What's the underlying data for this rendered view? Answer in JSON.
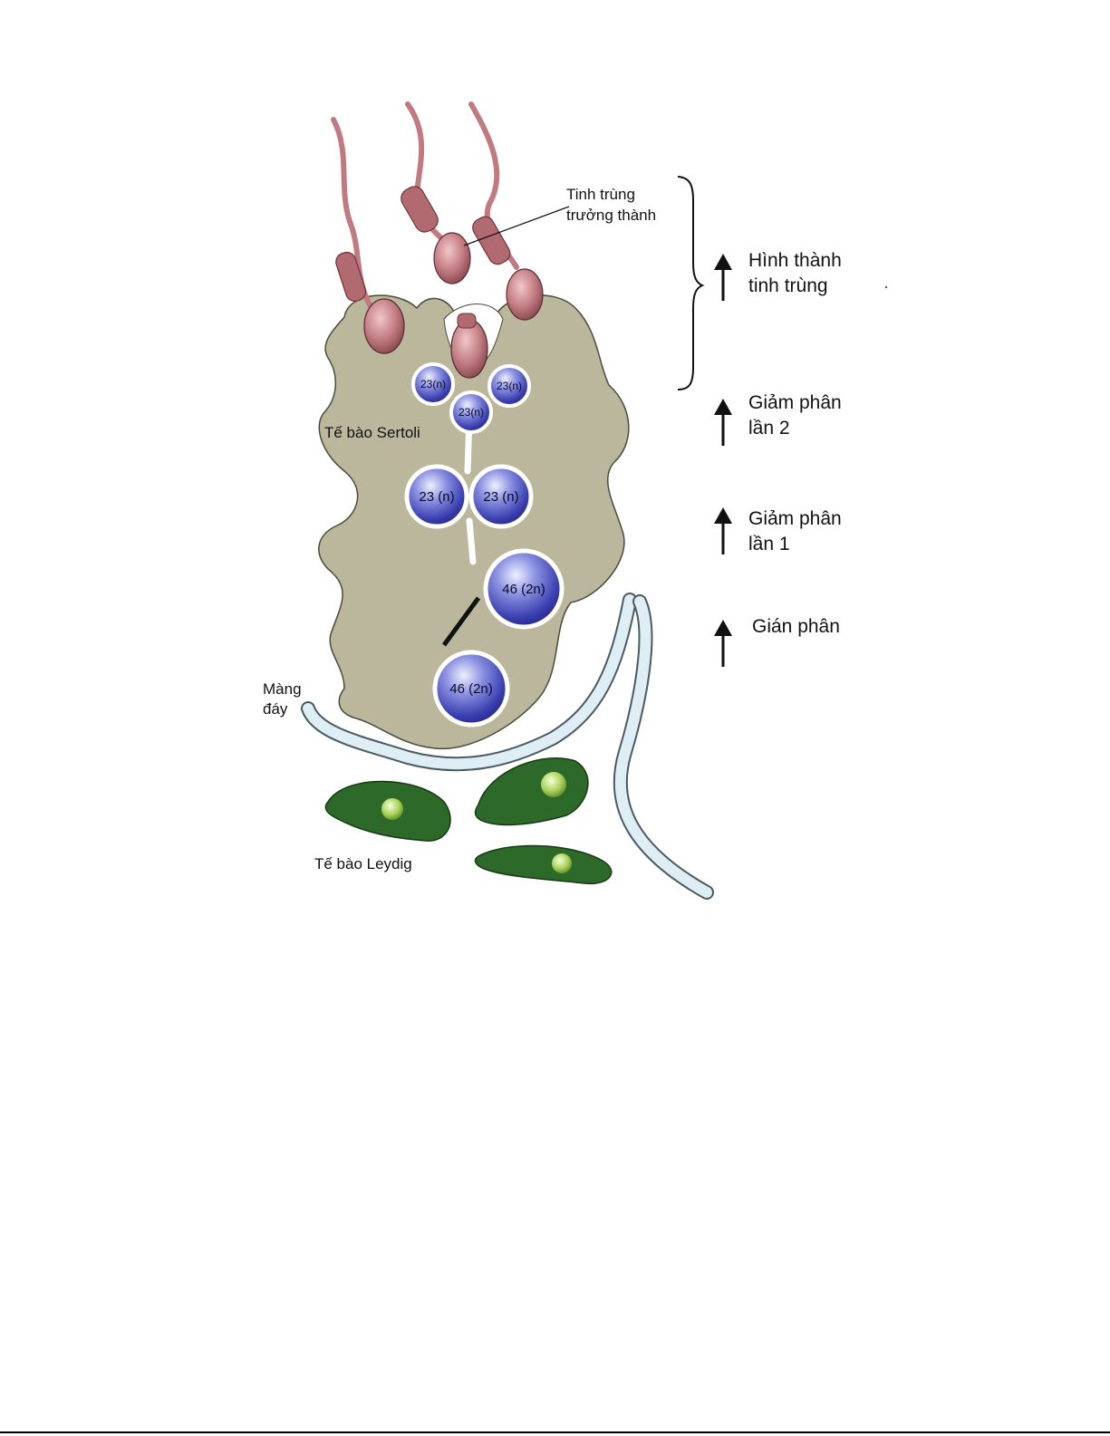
{
  "labels": {
    "mature_sperm_line1": "Tinh trùng",
    "mature_sperm_line2": "trưởng thành",
    "sertoli": "Tế bào Sertoli",
    "basement_line1": "Màng",
    "basement_line2": "đáy",
    "leydig": "Tế bào Leydig"
  },
  "stages": [
    {
      "line1": "Hình thành",
      "line2": "tinh trùng"
    },
    {
      "line1": "Giảm phân",
      "line2": "lần 2"
    },
    {
      "line1": "Giảm phân",
      "line2": "lần 1"
    },
    {
      "line1": "Gián phân",
      "line2": ""
    }
  ],
  "cells": {
    "spermatid_a": "23(n)",
    "spermatid_b": "23(n)",
    "spermatid_c": "23(n)",
    "secondary_a": "23 (n)",
    "secondary_b": "23 (n)",
    "primary": "46 (2n)",
    "spermatogonium": "46 (2n)"
  },
  "colors": {
    "sertoli": "#bab79c",
    "cell_blue": "#3a3fb0",
    "sperm": "#c07a80",
    "leydig": "#2d6a2a",
    "membrane": "#dfeef5"
  }
}
